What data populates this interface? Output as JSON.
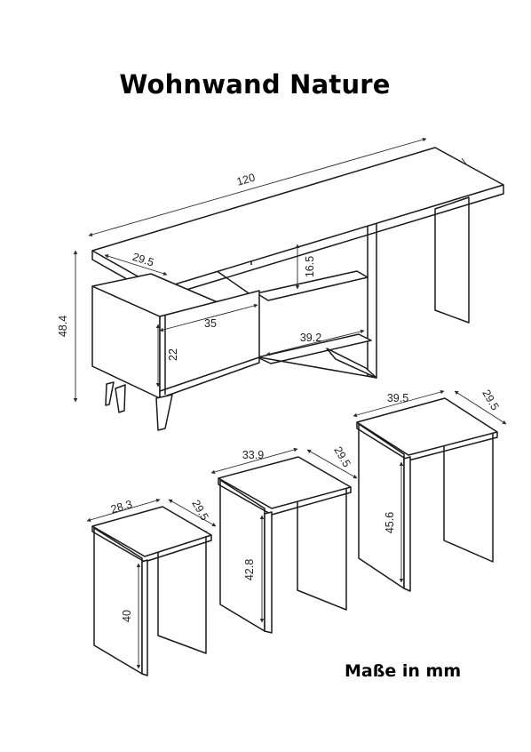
{
  "title": "Wohnwand Nature",
  "unit_note": "Maße in mm",
  "tv_unit": {
    "width": "120",
    "depth": "29.5",
    "height": "48.4",
    "shelf_height": "16.5",
    "drawer_width": "35",
    "drawer_height": "22",
    "shelf_width": "39.2"
  },
  "table_large": {
    "width": "39.5",
    "depth": "29.5",
    "height": "45.6"
  },
  "table_medium": {
    "width": "33.9",
    "depth": "29.5",
    "height": "42.8"
  },
  "table_small": {
    "width": "28.3",
    "depth": "29.5",
    "height": "40"
  }
}
